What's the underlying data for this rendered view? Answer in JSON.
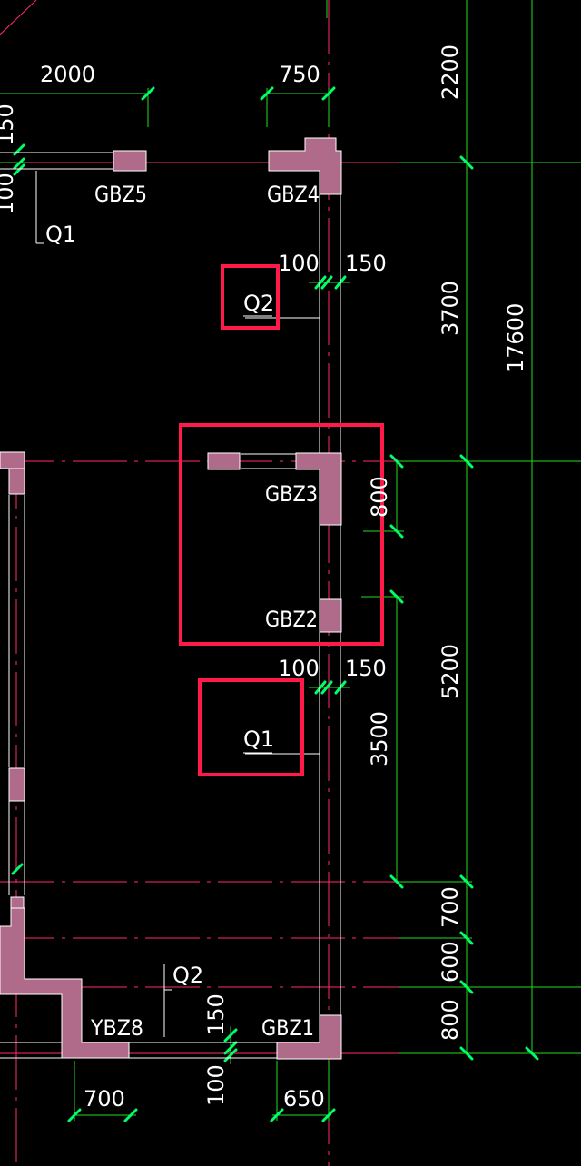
{
  "colors": {
    "background": "#000000",
    "grid": "#ff2a6d",
    "dimension": "#22dd22",
    "tick": "#00ff66",
    "wall": "#ffffff",
    "column": "#b06a8a",
    "highlight": "#ff1a4a",
    "text": "#ffffff"
  },
  "labels": {
    "gbz5": "GBZ5",
    "gbz4": "GBZ4",
    "gbz3": "GBZ3",
    "gbz2": "GBZ2",
    "gbz1": "GBZ1",
    "ybz8": "YBZ8",
    "q1_top": "Q1",
    "q2_box": "Q2",
    "q1_box": "Q1",
    "q2_bottom": "Q2"
  },
  "dimensions": {
    "top_2000": "2000",
    "top_750": "750",
    "left_150": "150",
    "left_100": "100",
    "mid_100_a": "100",
    "mid_150_a": "150",
    "mid_100_b": "100",
    "mid_150_b": "150",
    "v_800": "800",
    "v_3500": "3500",
    "r_2200": "2200",
    "r_3700": "3700",
    "r_5200": "5200",
    "r_700": "700",
    "r_600": "600",
    "r_800": "800",
    "r_17600": "17600",
    "bot_150": "150",
    "bot_100": "100",
    "bot_700": "700",
    "bot_650": "650"
  }
}
